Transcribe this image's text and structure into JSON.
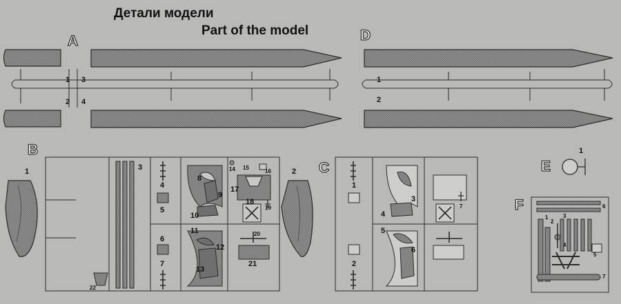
{
  "title_ru": "Детали модели",
  "title_en": "Part of the model",
  "sprues": {
    "A": {
      "letter": "A",
      "labels": [
        "1",
        "2",
        "3",
        "4"
      ]
    },
    "B": {
      "letter": "B",
      "labels": [
        "1",
        "2",
        "3",
        "4",
        "5",
        "6",
        "7",
        "8",
        "9",
        "10",
        "11",
        "12",
        "13",
        "14",
        "15",
        "16",
        "17",
        "18",
        "19",
        "20",
        "21",
        "22"
      ]
    },
    "C": {
      "letter": "C",
      "labels": [
        "1",
        "2",
        "3",
        "4",
        "5",
        "6",
        "7"
      ]
    },
    "D": {
      "letter": "D",
      "labels": [
        "1",
        "2"
      ]
    },
    "E": {
      "letter": "E",
      "labels": [
        "1"
      ]
    },
    "F": {
      "letter": "F",
      "labels": [
        "1",
        "2",
        "3",
        "4",
        "5",
        "6",
        "7"
      ]
    }
  },
  "colors": {
    "background": "#b9b9b7",
    "part_fill": "#8f8f8f",
    "outline": "#2b2b2b",
    "sprue": "#e6e6e3"
  }
}
